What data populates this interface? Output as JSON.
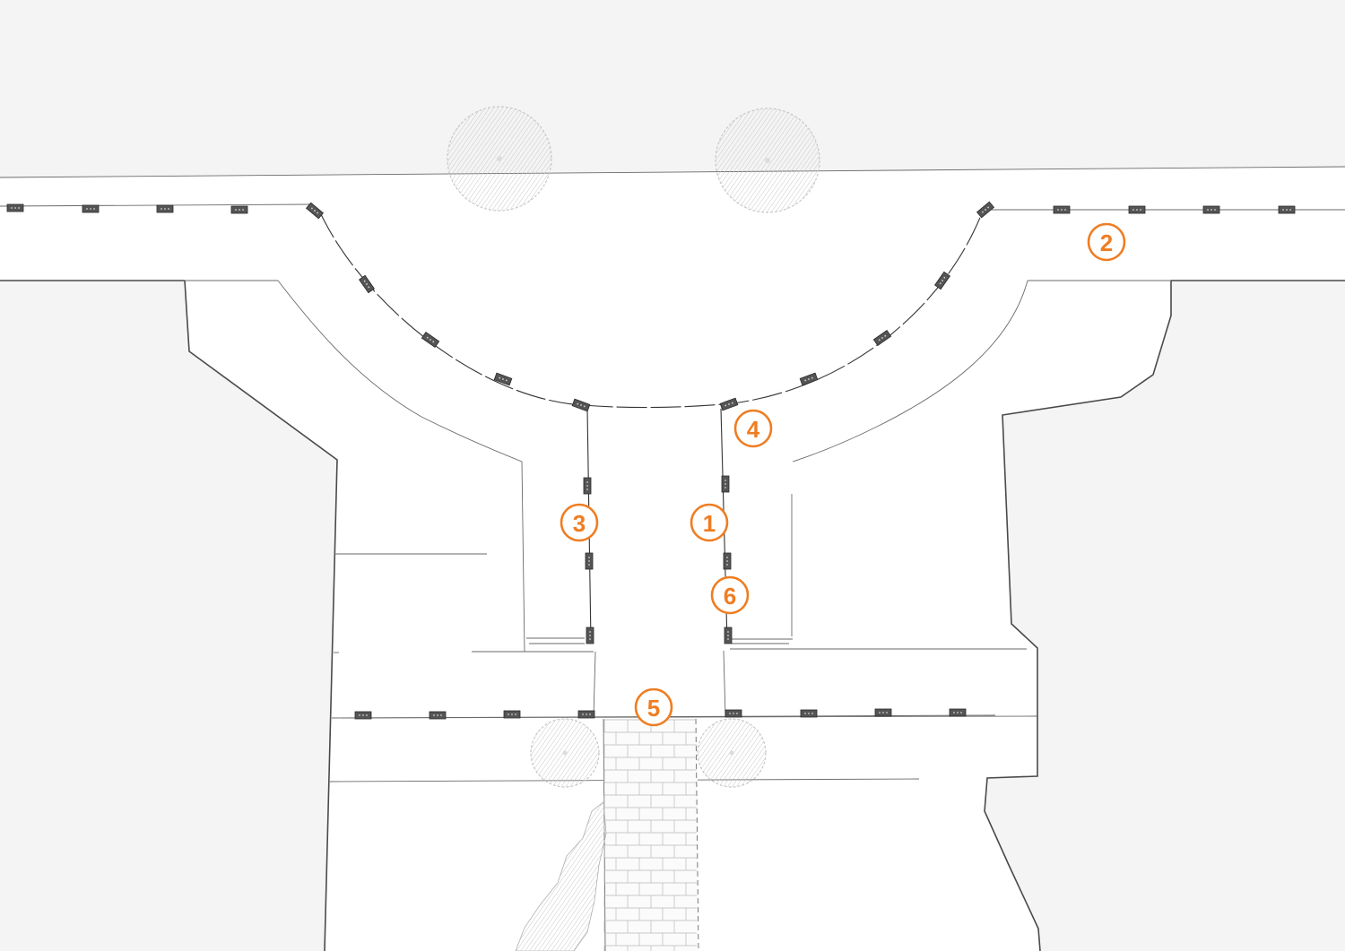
{
  "diagram": {
    "colors": {
      "background": "#f4f4f4",
      "pavement": "#ffffff",
      "edge": "#4a4a4a",
      "pole": "#555555",
      "tree": "#d8d8d8",
      "marker": "#ef7d22"
    },
    "markers": [
      {
        "id": "m1",
        "label": "1"
      },
      {
        "id": "m2",
        "label": "2"
      },
      {
        "id": "m3",
        "label": "3"
      },
      {
        "id": "m4",
        "label": "4"
      },
      {
        "id": "m5",
        "label": "5"
      },
      {
        "id": "m6",
        "label": "6"
      }
    ]
  }
}
